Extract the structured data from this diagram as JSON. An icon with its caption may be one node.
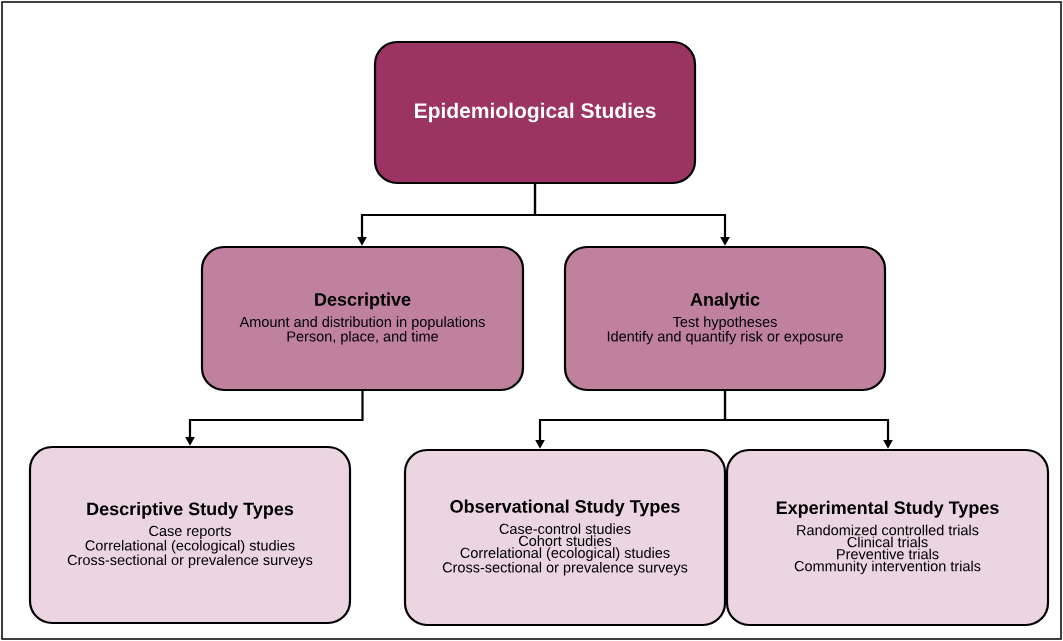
{
  "diagram": {
    "nodes": [
      {
        "text": [
          "Epidemiological Studies"
        ]
      },
      {
        "text": [
          "Descriptive",
          "Amount and distribution in populations",
          "Person, place, and time"
        ]
      },
      {
        "text": [
          "Analytic",
          "Test hypotheses",
          "Identify and quantify risk or exposure"
        ]
      },
      {
        "text": [
          "Descriptive Study Types",
          "Case reports",
          "Correlational (ecological) studies",
          "Cross-sectional or prevalence surveys"
        ]
      },
      {
        "text": [
          "Observational Study Types",
          "Case-control studies",
          "Cohort studies",
          "Correlational (ecological) studies",
          "Cross-sectional or prevalence surveys"
        ]
      },
      {
        "text": [
          "Experimental Study Types",
          "Randomized controlled trials",
          "Clinical trials",
          "Preventive trials",
          "Community intervention trials"
        ]
      }
    ],
    "edges": [
      {
        "from": 0,
        "to": 1,
        "arrow": "to"
      },
      {
        "from": 0,
        "to": 2,
        "arrow": "to"
      },
      {
        "from": 1,
        "to": 3,
        "arrow": "to"
      },
      {
        "from": 2,
        "to": 4,
        "arrow": "to"
      },
      {
        "from": 2,
        "to": 5,
        "arrow": "to"
      }
    ]
  }
}
